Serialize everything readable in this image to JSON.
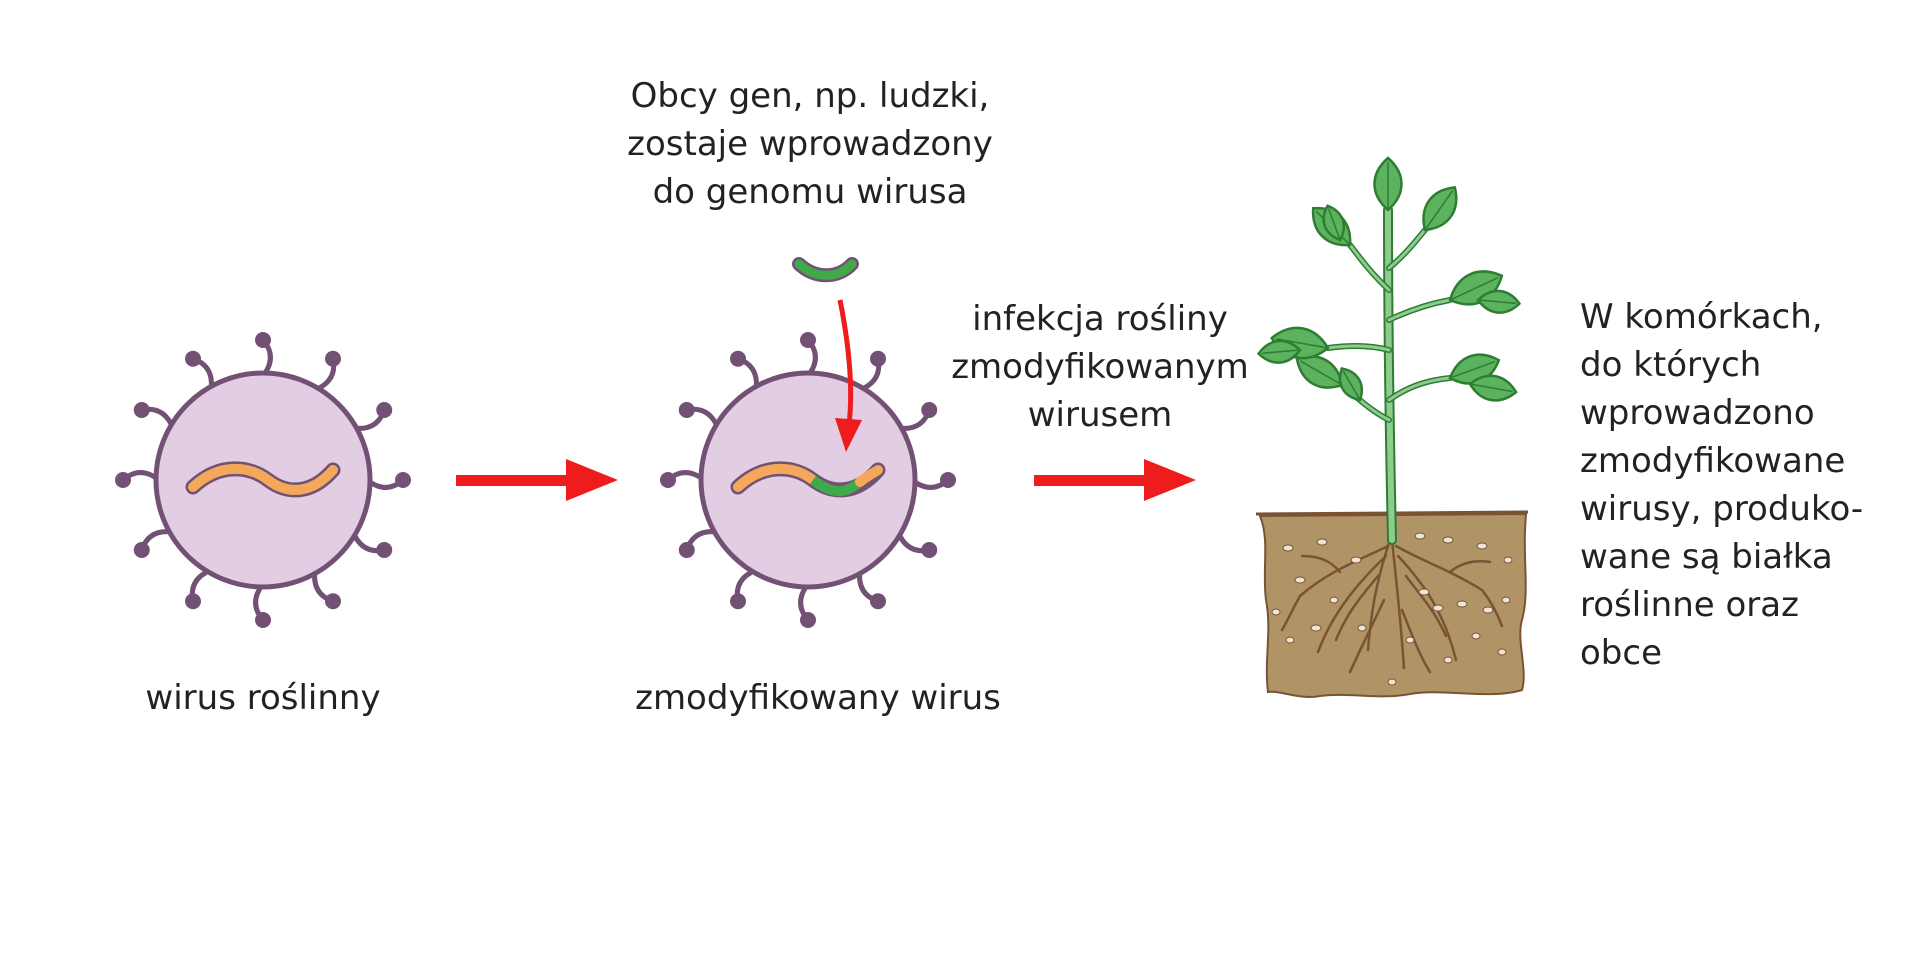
{
  "labels": {
    "foreign_gene": "Obcy gen, np. ludzki,\nzostaje wprowadzony\ndo genomu wirusa",
    "infection": "infekcja rośliny\nzmodyfikowanym\nwirusem",
    "result": "W komórkach,\ndo których\nwprowadzono\nzmodyfikowane\nwirusy, produko-\nwane są białka\nroślinne oraz\nobce",
    "plant_virus": "wirus roślinny",
    "modified_virus": "zmodyfikowany wirus"
  },
  "colors": {
    "virus_fill": "#e2cde2",
    "virus_stroke": "#735175",
    "virus_rna": "#f4a95a",
    "foreign_gene": "#3faa4a",
    "arrow": "#ee1c1c",
    "soil": "#b09466",
    "root": "#7a5335",
    "stem": "#8ccc8e",
    "leaf": "#5cb25e",
    "leaf_dark": "#2e7d32"
  }
}
